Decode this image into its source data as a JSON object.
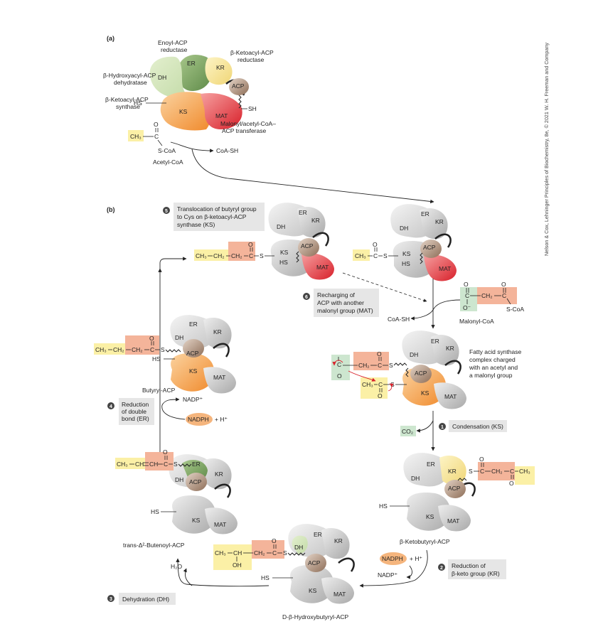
{
  "panel_a": {
    "letter": "(a)",
    "enoyl_reductase": [
      "Enoyl-ACP",
      "reductase"
    ],
    "ketoacyl_reductase": [
      "β-Ketoacyl-ACP",
      "reductase"
    ],
    "dehydratase": [
      "β-Hydroxyacyl-ACP",
      "dehydratase"
    ],
    "synthase": [
      "β-Ketoacyl-ACP",
      "synthase"
    ],
    "transferase": [
      "Malonyl/acetyl-CoA–",
      "ACP transferase"
    ],
    "domains": {
      "er": "ER",
      "kr": "KR",
      "dh": "DH",
      "ks": "KS",
      "mat": "MAT",
      "acp": "ACP",
      "sh": "SH",
      "hs": "HS"
    },
    "acetyl_coa": {
      "ch3": "CH₃",
      "c": "C",
      "o": "O",
      "scoa": "S-CoA",
      "name": "Acetyl-CoA"
    },
    "coa_sh": "CoA-SH"
  },
  "panel_b": {
    "letter": "(b)",
    "step1": {
      "num": "1",
      "label": "Condensation (KS)"
    },
    "step2": {
      "num": "2",
      "label": [
        "Reduction of",
        "β-keto group (KR)"
      ]
    },
    "step3": {
      "num": "3",
      "label": "Dehydration (DH)"
    },
    "step4": {
      "num": "4",
      "label": [
        "Reduction",
        "of double",
        "bond (ER)"
      ]
    },
    "step5": {
      "num": "5",
      "label": [
        "Translocation of butyryl group",
        "to Cys on β-ketoacyl-ACP",
        "synthase (KS)"
      ]
    },
    "step6": {
      "num": "6",
      "label": [
        "Recharging of",
        "ACP with another",
        "malonyl group (MAT)"
      ]
    },
    "charged_desc": [
      "Fatty acid synthase",
      "complex charged",
      "with an acetyl and",
      "a malonyl group"
    ],
    "names": {
      "malonyl_coa": "Malonyl-CoA",
      "ketobutyryl": "β-Ketobutyryl-ACP",
      "hydroxybutyryl": "D-β-Hydroxybutyryl-ACP",
      "butenoyl": "trans-Δ²-Butenoyl-ACP",
      "butyryl": "Butyryl-ACP"
    },
    "chem": {
      "ch3": "CH₃",
      "ch2": "CH₂",
      "ch": "CH",
      "c": "C",
      "o": "O",
      "s": "S",
      "scoa": "S-CoA",
      "oh": "OH",
      "o_minus": "O⁻",
      "co2": "CO₂",
      "coa_sh": "CoA-SH",
      "nadph": "NADPH",
      "nadp": "NADP⁺",
      "h_plus": "+ H⁺",
      "h2o": "H₂O"
    }
  },
  "side_credit": "Nelson & Cox, Lehninger Principles of Biochemistry, 8e, © 2021 W. H. Freeman and Company"
}
